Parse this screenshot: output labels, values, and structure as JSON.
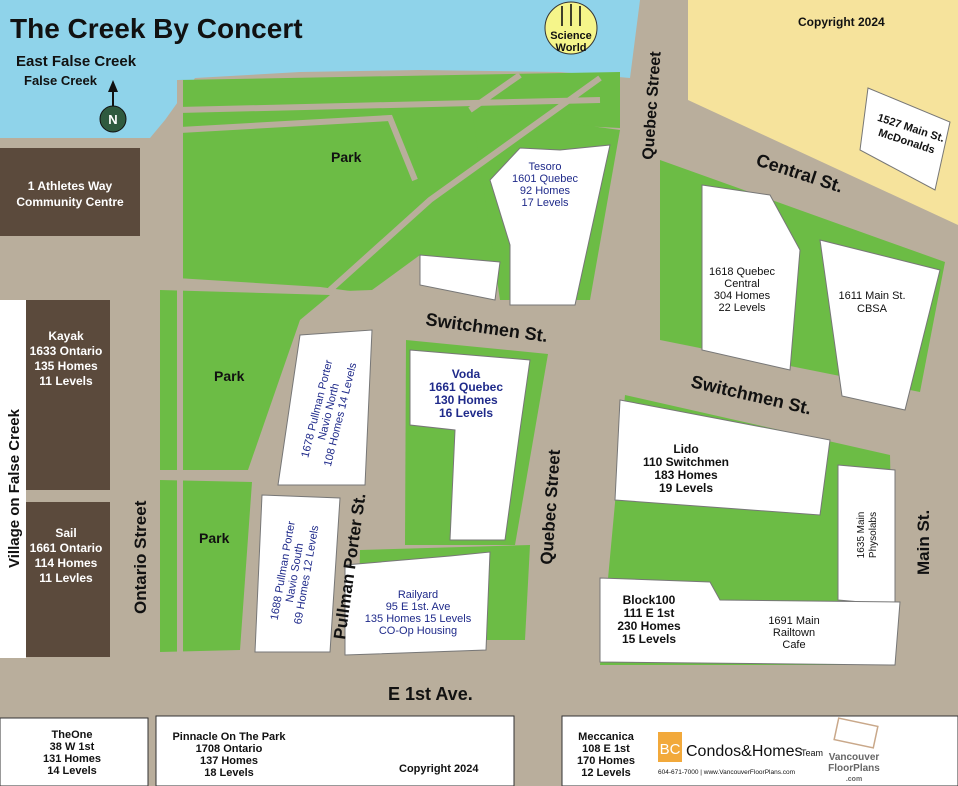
{
  "title": "The Creek By Concert",
  "subtitle1": "East False Creek",
  "subtitle2": "False Creek",
  "north_label": "N",
  "copyright_top": "Copyright 2024",
  "copyright_bottom": "Copyright 2024",
  "science_world": [
    "Science",
    "World"
  ],
  "streets": {
    "quebec_north": "Quebec Street",
    "quebec_south": "Quebec Street",
    "central": "Central St.",
    "switchmen_west": "Switchmen St.",
    "switchmen_east": "Switchmen St.",
    "main": "Main St.",
    "ontario": "Ontario Street",
    "pullman": "Pullman Porter St.",
    "first_ave": "E 1st Ave.",
    "village": "Village on False Creek"
  },
  "parks": [
    "Park",
    "Park",
    "Park"
  ],
  "buildings": {
    "mcdonalds": [
      "1527 Main St.",
      "McDonalds"
    ],
    "athletes": [
      "1 Athletes Way",
      "Community Centre"
    ],
    "kayak": [
      "Kayak",
      "1633 Ontario",
      "135 Homes",
      "11 Levels"
    ],
    "sail": [
      "Sail",
      "1661 Ontario",
      "114 Homes",
      "11 Levles"
    ],
    "tesoro": [
      "Tesoro",
      "1601 Quebec",
      "92 Homes",
      "17 Levels"
    ],
    "central": [
      "1618 Quebec",
      "Central",
      "304 Homes",
      "22 Levels"
    ],
    "cbsa": [
      "1611 Main St.",
      "CBSA"
    ],
    "voda": [
      "Voda",
      "1661 Quebec",
      "130 Homes",
      "16 Levels"
    ],
    "navio_north": [
      "1678 Pullman Porter",
      "Navio North",
      "108 Homes 14 Levels"
    ],
    "navio_south": [
      "1688 Pullman Porter",
      "Navio South",
      "69 Homes 12 Levels"
    ],
    "lido": [
      "Lido",
      "110 Switchmen",
      "183 Homes",
      "19 Levels"
    ],
    "physolabs": [
      "1635 Main",
      "Physolabs"
    ],
    "block100": [
      "Block100",
      "111 E 1st",
      "230 Homes",
      "15 Levels"
    ],
    "railtown": [
      "1691 Main",
      "Railtown",
      "Cafe"
    ],
    "railyard": [
      "Railyard",
      "95 E 1st. Ave",
      "135 Homes 15 Levels",
      "CO-Op Housing"
    ]
  },
  "bottom": {
    "theone": [
      "TheOne",
      "38 W 1st",
      "131 Homes",
      "14 Levels"
    ],
    "pinnacle": [
      "Pinnacle On The Park",
      "1708 Ontario",
      "137 Homes",
      "18 Levels"
    ],
    "meccanica": [
      "Meccanica",
      "108 E 1st",
      "170 Homes",
      "12 Levels"
    ],
    "logo_bc": "BC",
    "logo_name": "Condos&Homes",
    "logo_team": "Team",
    "logo_contact": "604-671-7000 | www.VancouverFloorPlans.com",
    "vfp_logo": [
      "Vancouver",
      "FloorPlans",
      ".com"
    ]
  },
  "colors": {
    "water": "#8fd3ea",
    "park": "#6cbc45",
    "road": "#b9ae9c",
    "building": "#ffffff",
    "dark_building": "#5b4a3c",
    "mcdonalds_lot": "#f6e39c",
    "dev_label": "#1f2a8a"
  }
}
